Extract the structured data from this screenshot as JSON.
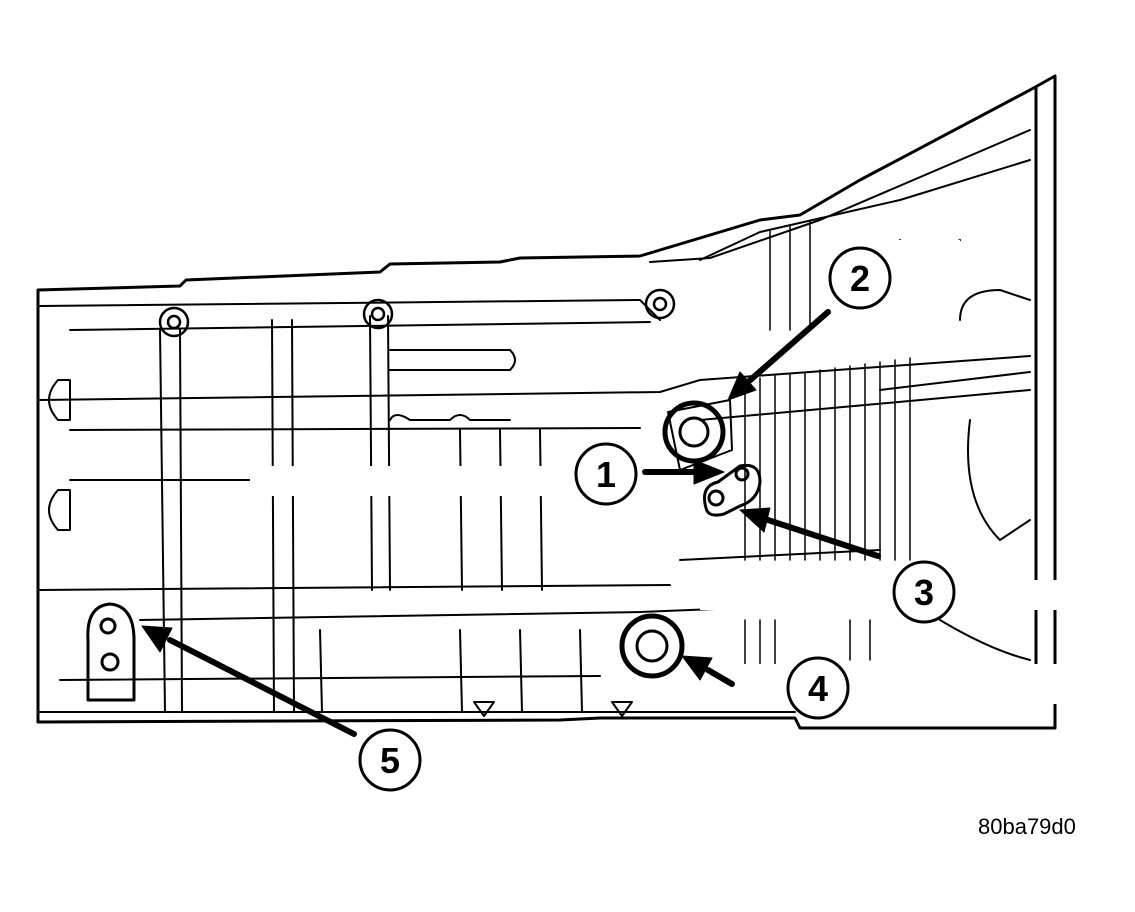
{
  "figure_code": "80ba79d0",
  "callouts": [
    {
      "number": "1"
    },
    {
      "number": "2"
    },
    {
      "number": "3"
    },
    {
      "number": "4"
    },
    {
      "number": "5"
    }
  ]
}
